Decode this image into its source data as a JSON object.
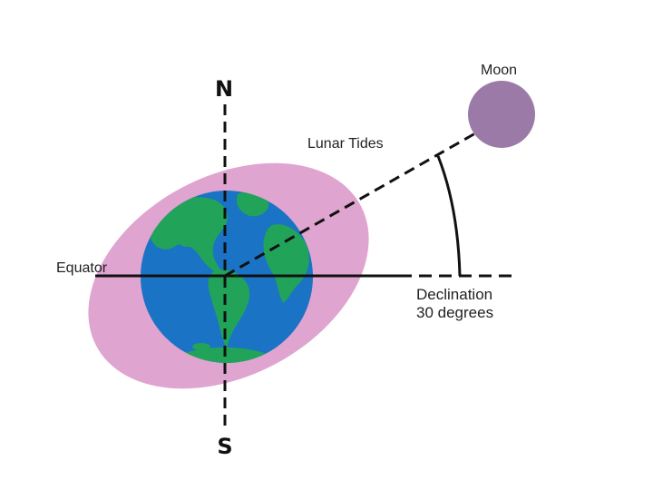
{
  "labels": {
    "north": "N",
    "south": "S",
    "equator": "Equator",
    "moon": "Moon",
    "lunar_tides": "Lunar Tides",
    "declination_line1": "Declination",
    "declination_line2": "30 degrees"
  },
  "colors": {
    "tidal_bulge": "#dfa4cf",
    "ocean": "#1a73c4",
    "land": "#22a35a",
    "moon": "#9c7aa8",
    "lines": "#111111"
  }
}
